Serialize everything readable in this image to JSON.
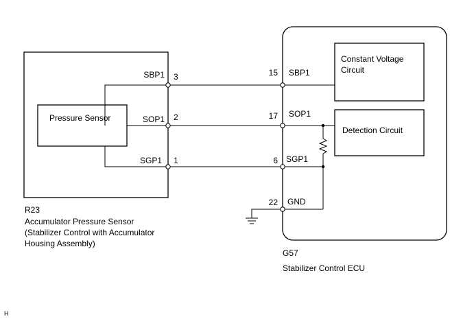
{
  "sensor": {
    "ref": "R23",
    "name": "Accumulator Pressure Sensor",
    "desc_line1": "(Stabilizer Control with Accumulator",
    "desc_line2": "Housing Assembly)",
    "inner_block": "Pressure Sensor",
    "pins": [
      {
        "signal": "SBP1",
        "number": "3"
      },
      {
        "signal": "SOP1",
        "number": "2"
      },
      {
        "signal": "SGP1",
        "number": "1"
      }
    ]
  },
  "ecu": {
    "ref": "G57",
    "name": "Stabilizer Control ECU",
    "constant_voltage_line1": "Constant Voltage",
    "constant_voltage_line2": "Circuit",
    "detection_circuit": "Detection Circuit",
    "pins": [
      {
        "signal": "SBP1",
        "number": "15"
      },
      {
        "signal": "SOP1",
        "number": "17"
      },
      {
        "signal": "SGP1",
        "number": "6"
      },
      {
        "signal": "GND",
        "number": "22"
      }
    ]
  },
  "footer_mark": "H"
}
